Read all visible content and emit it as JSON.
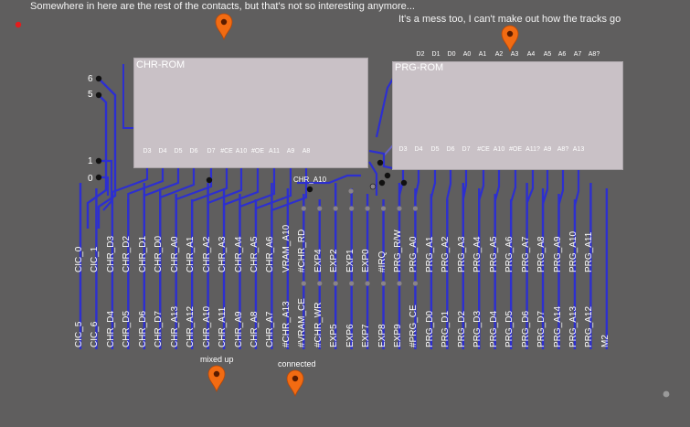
{
  "notes": {
    "top_left": "Somewhere in here are the rest of the contacts, but that's not so interesting anymore...",
    "top_right": "It's a mess too, I can't make out how the tracks go",
    "mixed_up": "mixed up",
    "connected": "connected"
  },
  "chr_rom": {
    "title": "CHR-ROM",
    "bottom_pins": [
      "D3",
      "D4",
      "D5",
      "D6",
      "D7",
      "#CE",
      "A10",
      "#OE",
      "A11",
      "A9",
      "A8"
    ]
  },
  "prg_rom": {
    "title": "PRG-ROM",
    "top_pins": [
      "D2",
      "D1",
      "D0",
      "A0",
      "A1",
      "A2",
      "A3",
      "A4",
      "A5",
      "A6",
      "A7",
      "A8?"
    ],
    "bottom_pins": [
      "D3",
      "D4",
      "D5",
      "D6",
      "D7",
      "#CE",
      "A10",
      "#OE",
      "A11?",
      "A9",
      "A8?",
      "A13"
    ]
  },
  "net_label": "CHR_A10",
  "left_numbers": [
    "6",
    "5",
    "1",
    "0"
  ],
  "top_row": [
    "CIC_0",
    "CIC_1",
    "CHR_D3",
    "CHR_D2",
    "CHR_D1",
    "CHR_D0",
    "CHR_A0",
    "CHR_A1",
    "CHR_A2",
    "CHR_A3",
    "CHR_A4",
    "CHR_A5",
    "CHR_A6",
    "VRAM_A10",
    "#CHR_RD",
    "EXP4",
    "EXP2",
    "EXP1",
    "EXP0",
    "#IRQ",
    "PRG_R/W",
    "PRG_A0",
    "PRG_A1",
    "PRG_A2",
    "PRG_A3",
    "PRG_A4",
    "PRG_A5",
    "PRG_A6",
    "PRG_A7",
    "PRG_A8",
    "PRG_A9",
    "PRG_A10",
    "PRG_A11"
  ],
  "bottom_row": [
    "CIC_5",
    "CIC_6",
    "CHR_D4",
    "CHR_D5",
    "CHR_D6",
    "CHR_D7",
    "CHR_A13",
    "CHR_A12",
    "CHR_A10",
    "CHR_A11",
    "CHR_A9",
    "CHR_A8",
    "CHR_A7",
    "#CHR_A13",
    "#VRAM_CE",
    "#CHR_WR",
    "EXP5",
    "EXP6",
    "EXP7",
    "EXP8",
    "EXP9",
    "#PRG_CE",
    "PRG_D0",
    "PRG_D1",
    "PRG_D2",
    "PRG_D3",
    "PRG_D4",
    "PRG_D5",
    "PRG_D6",
    "PRG_D7",
    "PRG_A14",
    "PRG_A13",
    "PRG_A12",
    "M2"
  ],
  "colors": {
    "background": "#5f5e5e",
    "trace": "#2d2fd0",
    "marker": "#f26b12",
    "chip": "#c9c1c6"
  }
}
